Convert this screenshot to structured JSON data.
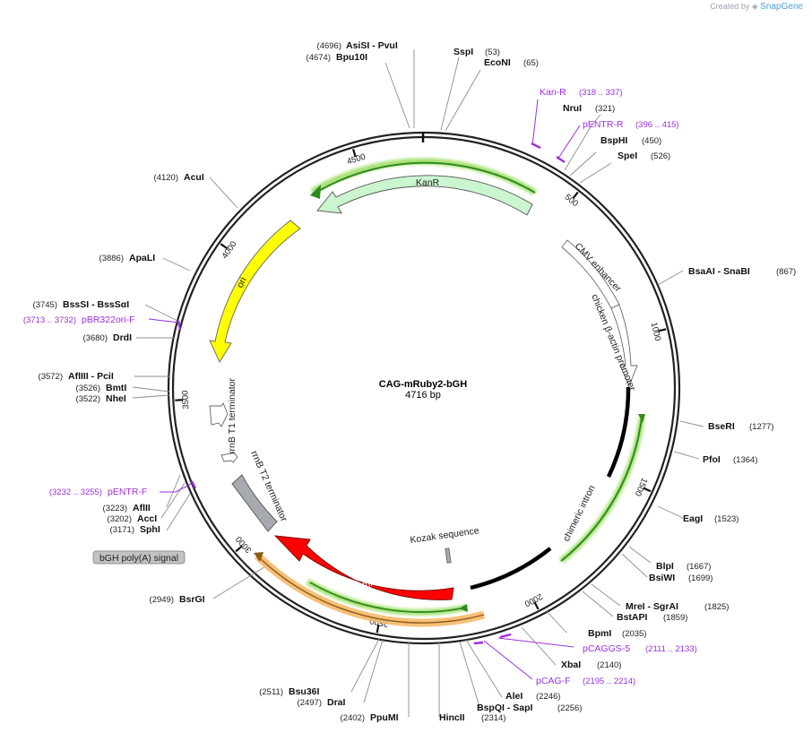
{
  "branding": {
    "prefix": "Created by",
    "brand": "SnapGene"
  },
  "plasmid": {
    "name": "CAG-mRuby2-bGH",
    "length_label": "4716 bp",
    "length": 4716
  },
  "ticks": [
    "500",
    "1000",
    "1500",
    "2000",
    "2500",
    "3000",
    "3500",
    "4000",
    "4500"
  ],
  "features": {
    "kanr": "KanR",
    "cmv": "CMV enhancer",
    "cba": "chicken β-actin promoter",
    "intron": "chimeric intron",
    "kozak": "Kozak sequence",
    "mruby": "mRuby2",
    "bgh": "bGH poly(A) signal",
    "t2": "rrnB T2 terminator",
    "t1": "rrnB T1 terminator",
    "ori": "ori"
  },
  "sites": [
    {
      "name": "AsiSI  -  PvuI",
      "pos": "(4696)"
    },
    {
      "name": "Bpu10I",
      "pos": "(4674)"
    },
    {
      "name": "SspI",
      "pos": "(53)"
    },
    {
      "name": "EcoNI",
      "pos": "(65)"
    },
    {
      "name": "NruI",
      "pos": "(321)"
    },
    {
      "name": "BspHI",
      "pos": "(450)"
    },
    {
      "name": "SpeI",
      "pos": "(526)"
    },
    {
      "name": "BsaAI  -  SnaBI",
      "pos": "(867)"
    },
    {
      "name": "BseRI",
      "pos": "(1277)"
    },
    {
      "name": "PfoI",
      "pos": "(1364)"
    },
    {
      "name": "EagI",
      "pos": "(1523)"
    },
    {
      "name": "BlpI",
      "pos": "(1667)"
    },
    {
      "name": "BsiWI",
      "pos": "(1699)"
    },
    {
      "name": "MreI  -  SgrAI",
      "pos": "(1825)"
    },
    {
      "name": "BstAPI",
      "pos": "(1859)"
    },
    {
      "name": "BpmI",
      "pos": "(2035)"
    },
    {
      "name": "XbaI",
      "pos": "(2140)"
    },
    {
      "name": "AleI",
      "pos": "(2246)"
    },
    {
      "name": "BspQI  -  SapI",
      "pos": "(2256)"
    },
    {
      "name": "HincII",
      "pos": "(2314)"
    },
    {
      "name": "PpuMI",
      "pos": "(2402)"
    },
    {
      "name": "DraI",
      "pos": "(2497)"
    },
    {
      "name": "Bsu36I",
      "pos": "(2511)"
    },
    {
      "name": "BsrGI",
      "pos": "(2949)"
    },
    {
      "name": "SphI",
      "pos": "(3171)"
    },
    {
      "name": "AccI",
      "pos": "(3202)"
    },
    {
      "name": "AflII",
      "pos": "(3223)"
    },
    {
      "name": "NheI",
      "pos": "(3522)"
    },
    {
      "name": "BmtI",
      "pos": "(3526)"
    },
    {
      "name": "AflIII  -  PciI",
      "pos": "(3572)"
    },
    {
      "name": "DrdI",
      "pos": "(3680)"
    },
    {
      "name": "BssSI  -  BssSαI",
      "pos": "(3745)"
    },
    {
      "name": "ApaLI",
      "pos": "(3886)"
    },
    {
      "name": "AcuI",
      "pos": "(4120)"
    }
  ],
  "primers": [
    {
      "name": "Kan-R",
      "range": "(318 .. 337)"
    },
    {
      "name": "pENTR-R",
      "range": "(396 .. 415)"
    },
    {
      "name": "pCAGGS-5",
      "range": "(2111 .. 2133)"
    },
    {
      "name": "pCAG-F",
      "range": "(2195 .. 2214)"
    },
    {
      "name": "pENTR-F",
      "range": "(3232 .. 3255)"
    },
    {
      "name": "pBR322ori-F",
      "range": "(3713 .. 3732)"
    }
  ]
}
